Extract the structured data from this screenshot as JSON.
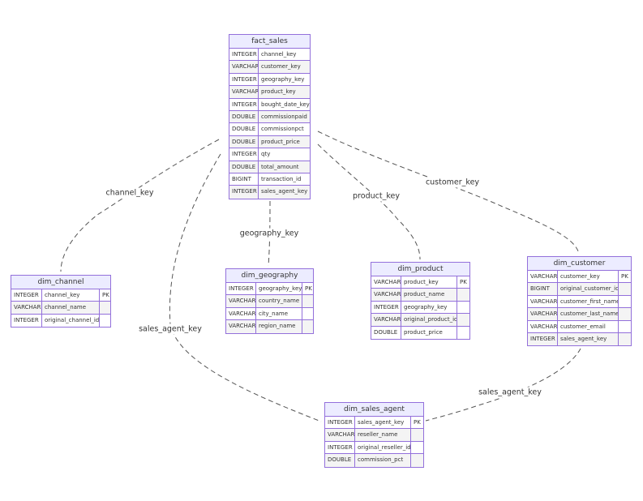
{
  "entities": [
    {
      "id": "fact_sales",
      "title": "fact_sales",
      "has_key_col": false,
      "attributes": [
        {
          "type": "INTEGER",
          "name": "channel_key",
          "key": ""
        },
        {
          "type": "VARCHAR",
          "name": "customer_key",
          "key": ""
        },
        {
          "type": "INTEGER",
          "name": "geography_key",
          "key": ""
        },
        {
          "type": "VARCHAR",
          "name": "product_key",
          "key": ""
        },
        {
          "type": "INTEGER",
          "name": "bought_date_key",
          "key": ""
        },
        {
          "type": "DOUBLE",
          "name": "commissionpaid",
          "key": ""
        },
        {
          "type": "DOUBLE",
          "name": "commissionpct",
          "key": ""
        },
        {
          "type": "DOUBLE",
          "name": "product_price",
          "key": ""
        },
        {
          "type": "INTEGER",
          "name": "qty",
          "key": ""
        },
        {
          "type": "DOUBLE",
          "name": "total_amount",
          "key": ""
        },
        {
          "type": "BIGINT",
          "name": "transaction_id",
          "key": ""
        },
        {
          "type": "INTEGER",
          "name": "sales_agent_key",
          "key": ""
        }
      ]
    },
    {
      "id": "dim_channel",
      "title": "dim_channel",
      "has_key_col": true,
      "attributes": [
        {
          "type": "INTEGER",
          "name": "channel_key",
          "key": "PK"
        },
        {
          "type": "VARCHAR",
          "name": "channel_name",
          "key": ""
        },
        {
          "type": "INTEGER",
          "name": "original_channel_id",
          "key": ""
        }
      ]
    },
    {
      "id": "dim_geography",
      "title": "dim_geography",
      "has_key_col": true,
      "attributes": [
        {
          "type": "INTEGER",
          "name": "geography_key",
          "key": "PK"
        },
        {
          "type": "VARCHAR",
          "name": "country_name",
          "key": ""
        },
        {
          "type": "VARCHAR",
          "name": "city_name",
          "key": ""
        },
        {
          "type": "VARCHAR",
          "name": "region_name",
          "key": ""
        }
      ]
    },
    {
      "id": "dim_product",
      "title": "dim_product",
      "has_key_col": true,
      "attributes": [
        {
          "type": "VARCHAR",
          "name": "product_key",
          "key": "PK"
        },
        {
          "type": "VARCHAR",
          "name": "product_name",
          "key": ""
        },
        {
          "type": "INTEGER",
          "name": "geography_key",
          "key": ""
        },
        {
          "type": "VARCHAR",
          "name": "original_product_id",
          "key": ""
        },
        {
          "type": "DOUBLE",
          "name": "product_price",
          "key": ""
        }
      ]
    },
    {
      "id": "dim_customer",
      "title": "dim_customer",
      "has_key_col": true,
      "attributes": [
        {
          "type": "VARCHAR",
          "name": "customer_key",
          "key": "PK"
        },
        {
          "type": "BIGINT",
          "name": "original_customer_id",
          "key": ""
        },
        {
          "type": "VARCHAR",
          "name": "customer_first_name",
          "key": ""
        },
        {
          "type": "VARCHAR",
          "name": "customer_last_name",
          "key": ""
        },
        {
          "type": "VARCHAR",
          "name": "customer_email",
          "key": ""
        },
        {
          "type": "INTEGER",
          "name": "sales_agent_key",
          "key": ""
        }
      ]
    },
    {
      "id": "dim_sales_agent",
      "title": "dim_sales_agent",
      "has_key_col": true,
      "attributes": [
        {
          "type": "INTEGER",
          "name": "sales_agent_key",
          "key": "PK"
        },
        {
          "type": "VARCHAR",
          "name": "reseller_name",
          "key": ""
        },
        {
          "type": "INTEGER",
          "name": "original_reseller_id",
          "key": ""
        },
        {
          "type": "DOUBLE",
          "name": "commission_pct",
          "key": ""
        }
      ]
    }
  ],
  "relationships": [
    {
      "id": "rel-channel",
      "from": "fact_sales",
      "to": "dim_channel",
      "label": "channel_key"
    },
    {
      "id": "rel-geography",
      "from": "fact_sales",
      "to": "dim_geography",
      "label": "geography_key"
    },
    {
      "id": "rel-product",
      "from": "fact_sales",
      "to": "dim_product",
      "label": "product_key"
    },
    {
      "id": "rel-customer",
      "from": "fact_sales",
      "to": "dim_customer",
      "label": "customer_key"
    },
    {
      "id": "rel-sales-agent",
      "from": "fact_sales",
      "to": "dim_sales_agent",
      "label": "sales_agent_key"
    },
    {
      "id": "rel-customer-agent",
      "from": "dim_customer",
      "to": "dim_sales_agent",
      "label": "sales_agent_key"
    }
  ]
}
